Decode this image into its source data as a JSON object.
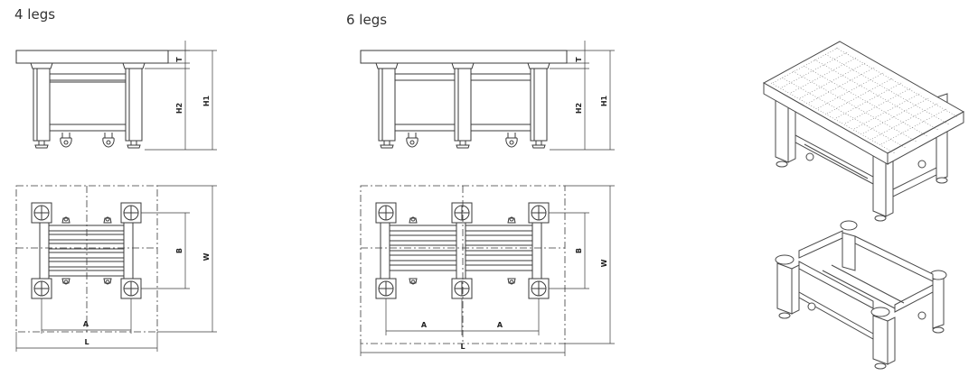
{
  "views": {
    "four_legs": {
      "title": "4 legs"
    },
    "six_legs": {
      "title": "6 legs"
    }
  },
  "dimensions": {
    "thickness": "T",
    "height_h1": "H1",
    "height_h2": "H2",
    "leg_spacing": "A",
    "length": "L",
    "width": "W",
    "leg_width_spacing": "B"
  }
}
